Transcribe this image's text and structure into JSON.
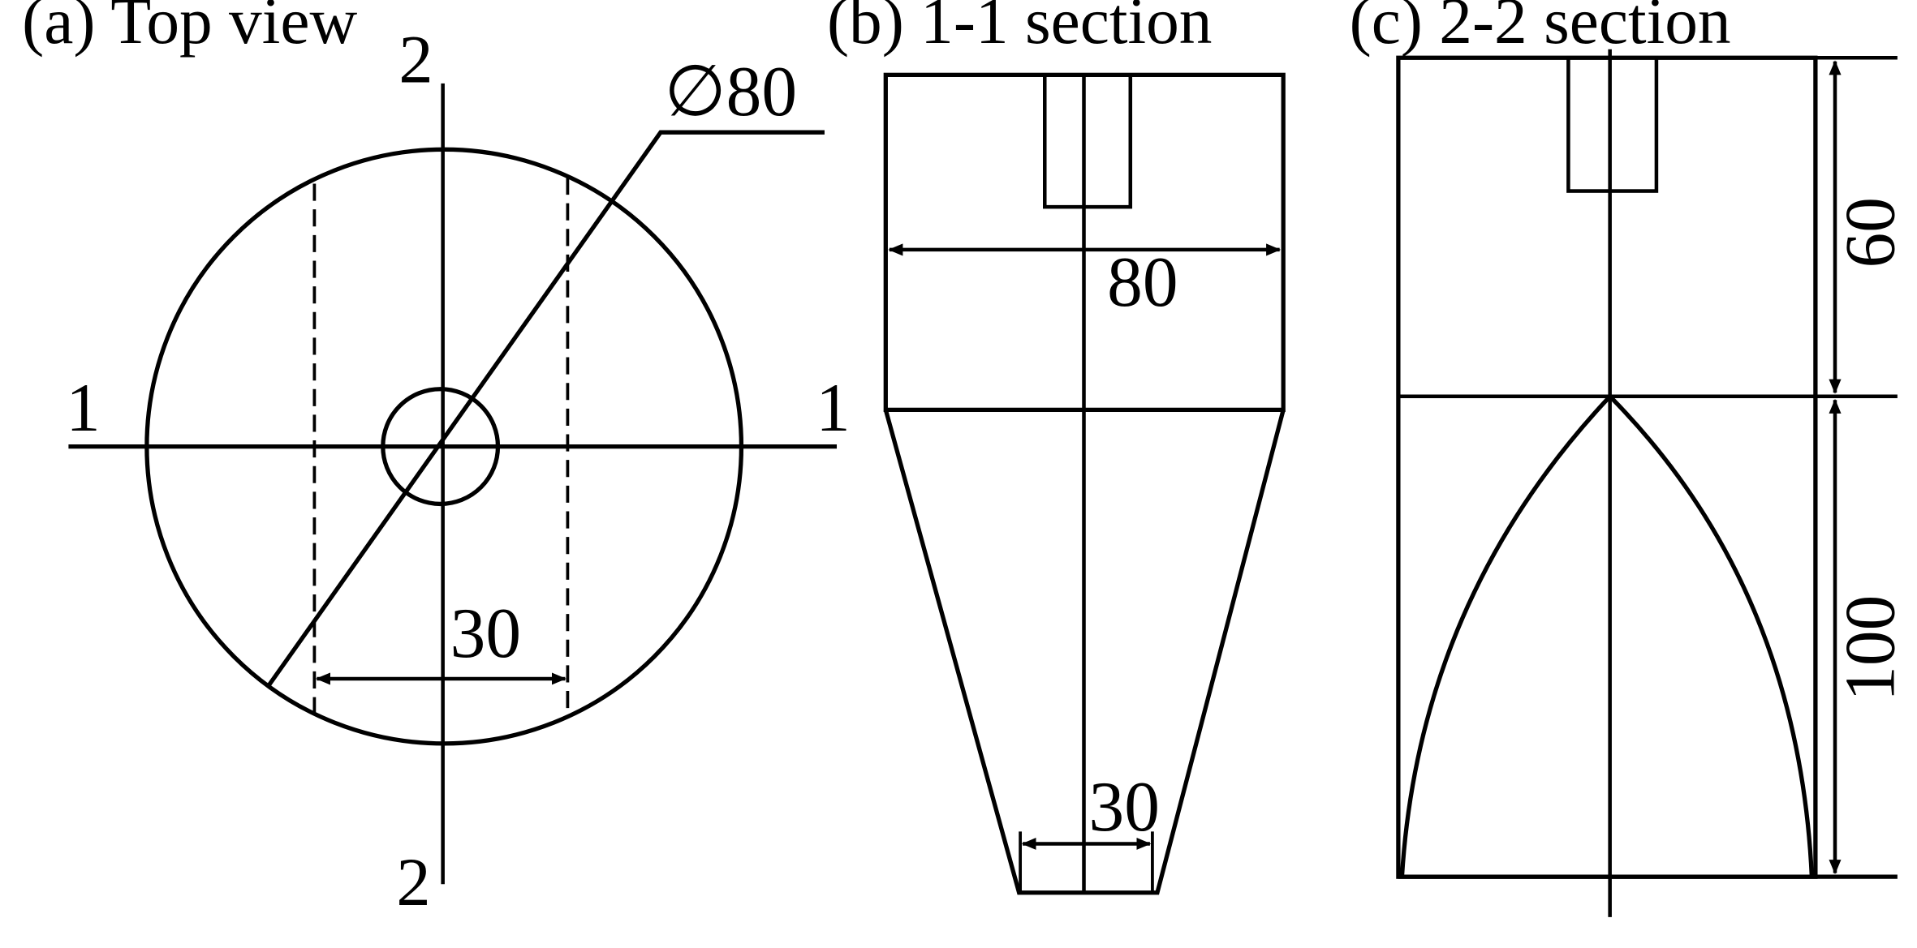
{
  "views": {
    "top": {
      "title": "(a) Top view",
      "section_mark_1_left": "1",
      "section_mark_1_right": "1",
      "section_mark_2_top": "2",
      "section_mark_2_bottom": "2",
      "diameter_label": "∅80",
      "width_label": "30"
    },
    "section_1": {
      "title": "(b) 1-1 section",
      "top_width_label": "80",
      "bottom_width_label": "30"
    },
    "section_2": {
      "title": "(c) 2-2 section",
      "upper_height_label": "60",
      "lower_height_label": "100"
    }
  }
}
